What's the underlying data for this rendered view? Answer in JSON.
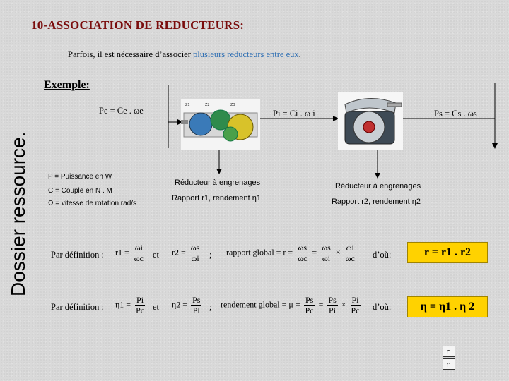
{
  "sidebar": {
    "label": "Dossier ressource."
  },
  "title": "10-ASSOCIATION DE REDUCTEURS:",
  "intro": {
    "before": "Parfois, il est nécessaire d’associer ",
    "highlight": "plusieurs réducteurs entre eux",
    "after": "."
  },
  "example": "Exemple:",
  "powers": {
    "pe": "Pe = Ce . ωe",
    "pi": "Pi = Ci . ω i",
    "ps": "Ps = Cs . ωs"
  },
  "legend": [
    "P = Puissance en W",
    "C = Couple en N . M",
    "Ω = vitesse de rotation rad/s"
  ],
  "reducer1": {
    "name": "Réducteur à engrenages",
    "ratio": "Rapport r1, rendement η1"
  },
  "reducer2": {
    "name": "Réducteur à engrenages",
    "ratio": "Rapport r2, rendement η2"
  },
  "row1": {
    "label": "Par définition :",
    "r1": "r1",
    "r1_num": "ωi",
    "r1_den": "ωc",
    "and": "et",
    "r2": "r2",
    "r2_num": "ωs",
    "r2_den": "ωi",
    "sep": ";",
    "global": "rapport global = r =",
    "g1_num": "ωs",
    "g1_den": "ωc",
    "g2_num": "ωs",
    "g2_den": "ωi",
    "g3_num": "ωi",
    "g3_den": "ωc",
    "dou": "d’où:",
    "result": "r = r1 . r2"
  },
  "row2": {
    "label": "Par définition :",
    "n1": "η1",
    "n1_num": "Pi",
    "n1_den": "Pc",
    "and": "et",
    "n2": "η2",
    "n2_num": "Ps",
    "n2_den": "Pi",
    "sep": ";",
    "global": "rendement global = μ =",
    "g1_num": "Ps",
    "g1_den": "Pc",
    "g2_num": "Ps",
    "g2_den": "Pi",
    "g3_num": "Pi",
    "g3_den": "Pc",
    "dou": "d’où:",
    "result": "η = η1 . η 2"
  },
  "nav": {
    "up": "∩",
    "home": "∩"
  },
  "colors": {
    "title": "#7a0d0d",
    "highlight": "#2f6fb3",
    "result_bg": "#ffd200"
  }
}
